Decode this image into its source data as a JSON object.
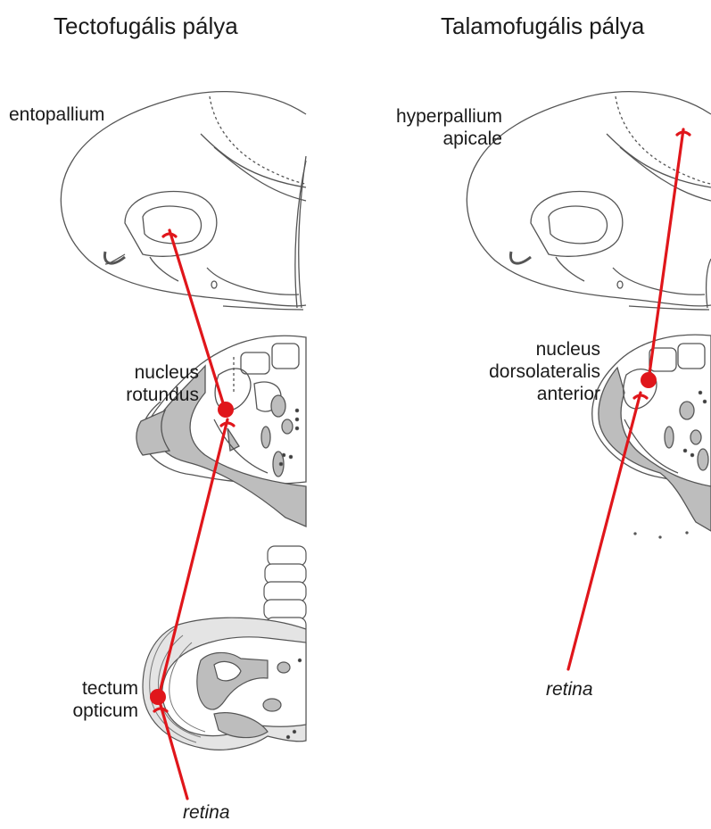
{
  "panels": [
    {
      "title": "Tectofugális pálya",
      "labels": {
        "telencephalon": "entopallium",
        "thalamus": [
          "nucleus",
          "rotundus"
        ],
        "midbrain": [
          "tectum",
          "opticum"
        ],
        "retina": "retina"
      }
    },
    {
      "title": "Talamofugális pálya",
      "labels": {
        "telencephalon": [
          "hyperpallium",
          "apicale"
        ],
        "thalamus": [
          "nucleus",
          "dorsolateralis",
          "anterior"
        ],
        "retina": "retina"
      }
    }
  ],
  "colors": {
    "pathway": "#e0161b",
    "outline": "#555555",
    "fill_gray": "#bdbdbd",
    "text": "#1a1a1a"
  }
}
